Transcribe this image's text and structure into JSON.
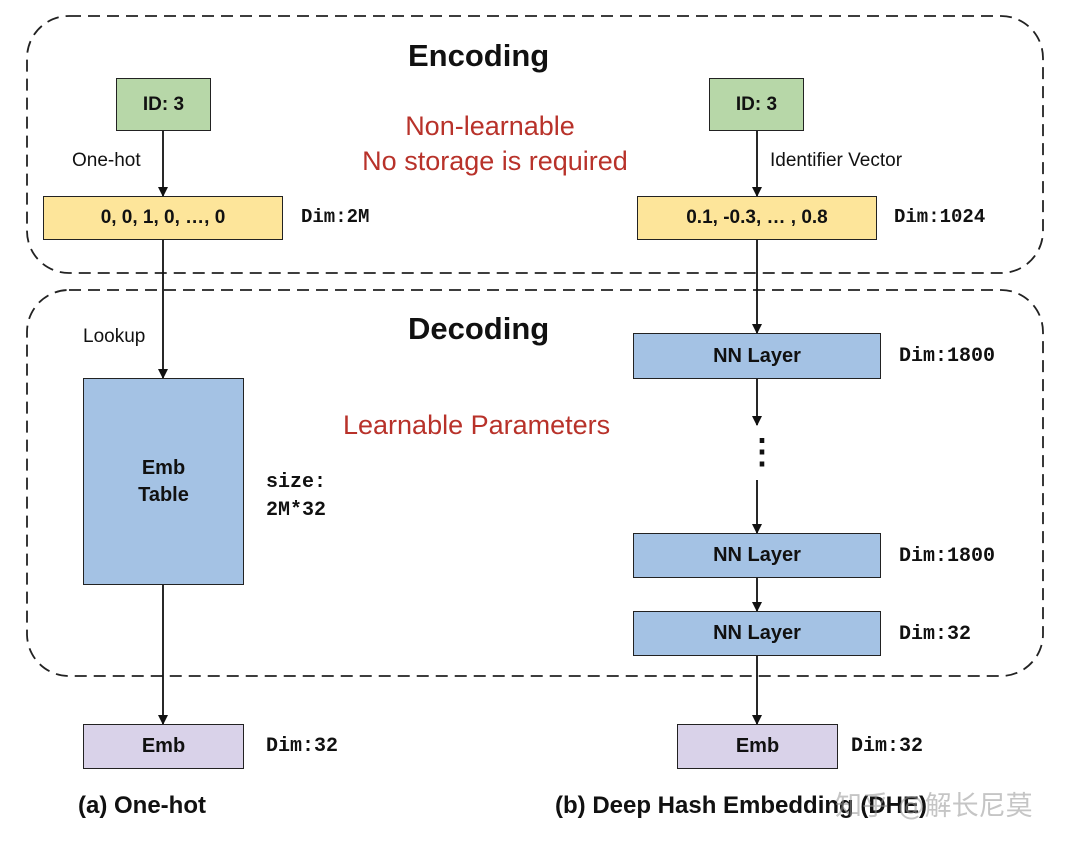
{
  "encoding": {
    "title": "Encoding",
    "note_line1": "Non-learnable",
    "note_line2": "No storage is required"
  },
  "decoding": {
    "title": "Decoding",
    "note": "Learnable Parameters"
  },
  "left": {
    "id_label": "ID: 3",
    "edge_onehot": "One-hot",
    "onehot_vector": "0, 0, 1, 0, …, 0",
    "onehot_dim": "Dim:2M",
    "edge_lookup": "Lookup",
    "table_line1": "Emb",
    "table_line2": "Table",
    "size_line1": "size:",
    "size_line2": "2M*32",
    "emb_label": "Emb",
    "emb_dim": "Dim:32",
    "caption": "(a) One-hot"
  },
  "right": {
    "id_label": "ID: 3",
    "edge_identifier": "Identifier Vector",
    "identifier_vector": "0.1, -0.3, … , 0.8",
    "identifier_dim": "Dim:1024",
    "nn_layers": [
      {
        "label": "NN Layer",
        "dim": "Dim:1800"
      },
      {
        "label": "NN Layer",
        "dim": "Dim:1800"
      },
      {
        "label": "NN Layer",
        "dim": "Dim:32"
      }
    ],
    "ellipsis": "⋮",
    "emb_label": "Emb",
    "emb_dim": "Dim:32",
    "caption": "(b) Deep Hash Embedding (DHE)"
  },
  "watermark": "知乎 @解长尼莫"
}
